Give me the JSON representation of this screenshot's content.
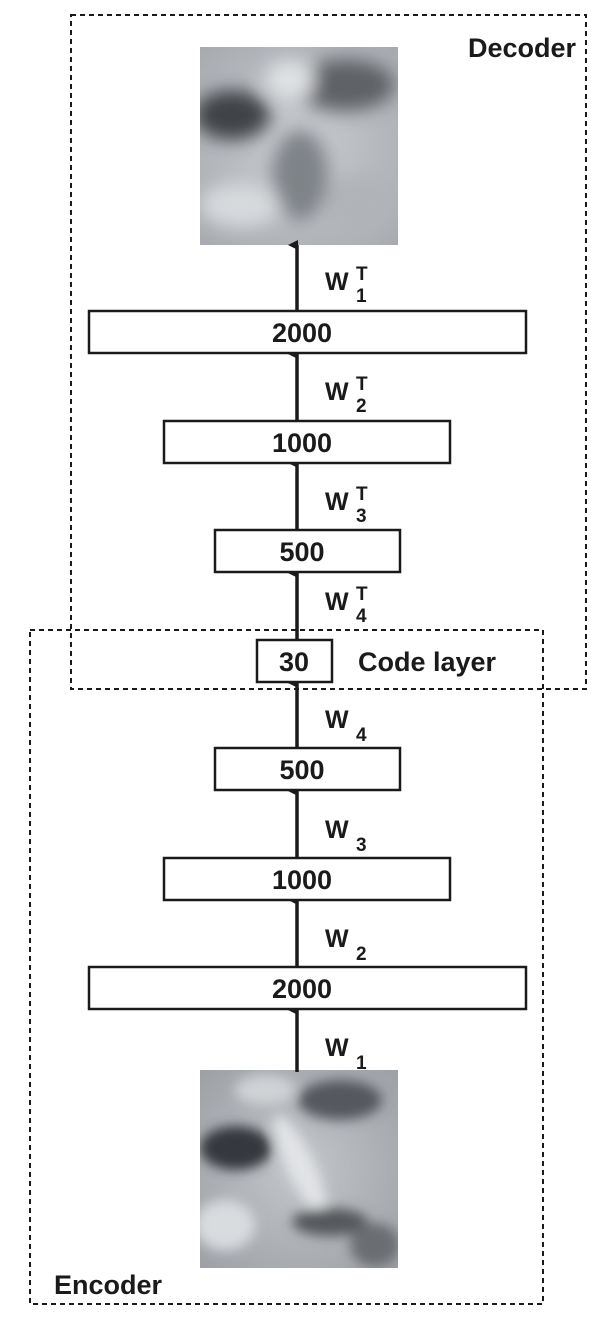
{
  "regions": {
    "decoder": "Decoder",
    "encoder": "Encoder"
  },
  "code_layer": {
    "units": "30",
    "label": "Code layer"
  },
  "decoder_layers": [
    "2000",
    "1000",
    "500"
  ],
  "encoder_layers": [
    "500",
    "1000",
    "2000"
  ],
  "decoder_weights": [
    {
      "base": "W",
      "sub": "1",
      "sup": "T"
    },
    {
      "base": "W",
      "sub": "2",
      "sup": "T"
    },
    {
      "base": "W",
      "sub": "3",
      "sup": "T"
    },
    {
      "base": "W",
      "sub": "4",
      "sup": "T"
    }
  ],
  "encoder_weights": [
    {
      "base": "W",
      "sub": "4"
    },
    {
      "base": "W",
      "sub": "3"
    },
    {
      "base": "W",
      "sub": "2"
    },
    {
      "base": "W",
      "sub": "1"
    }
  ],
  "images": {
    "output": "reconstructed-face-image",
    "input": "input-face-image"
  },
  "colors": {
    "stroke": "#1a1a1a",
    "box_fill": "#ffffff"
  }
}
